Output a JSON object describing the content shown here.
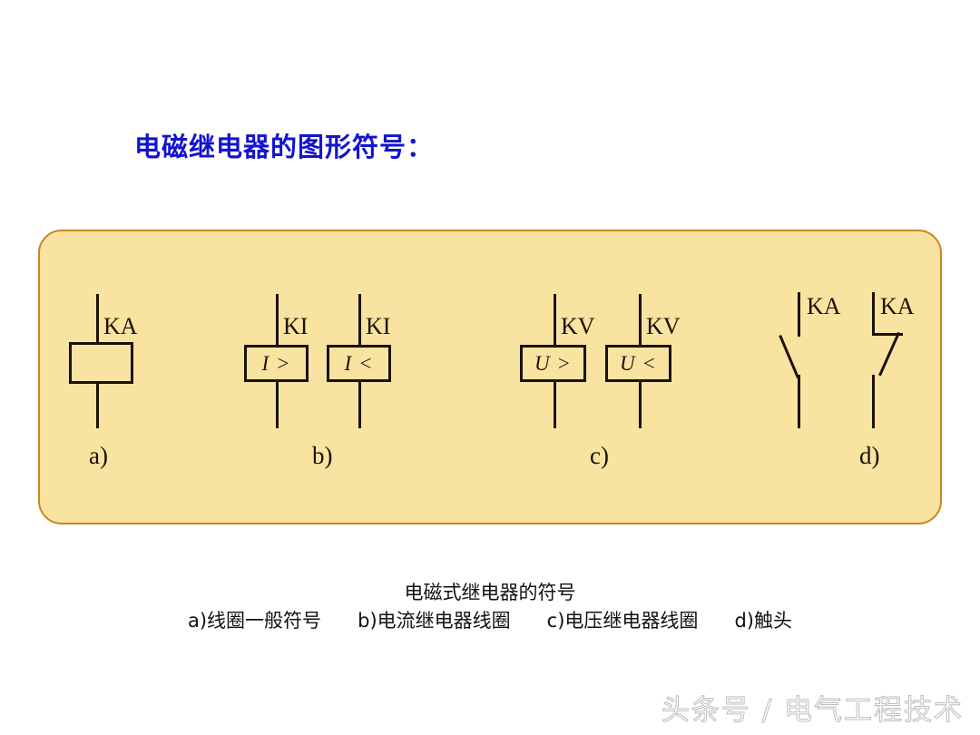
{
  "slide": {
    "title": "电磁继电器的图形符号：",
    "title_color": "#1313cf",
    "background_color": "#ffffff"
  },
  "panel": {
    "fill_color": "#f8e3a1",
    "border_color": "#c8861d",
    "line_color": "#1a1208"
  },
  "symbols": {
    "a": {
      "part_label": "a)",
      "devices": [
        {
          "designation": "KA",
          "box_text": ""
        }
      ]
    },
    "b": {
      "part_label": "b)",
      "devices": [
        {
          "designation": "KI",
          "box_text": "I >"
        },
        {
          "designation": "KI",
          "box_text": "I <"
        }
      ]
    },
    "c": {
      "part_label": "c)",
      "devices": [
        {
          "designation": "KV",
          "box_text": "U >"
        },
        {
          "designation": "KV",
          "box_text": "U <"
        }
      ]
    },
    "d": {
      "part_label": "d)",
      "devices": [
        {
          "designation": "KA",
          "contact_type": "normally-open"
        },
        {
          "designation": "KA",
          "contact_type": "normally-closed"
        }
      ]
    }
  },
  "caption": {
    "title": "电磁式继电器的符号",
    "legend": "a)线圈一般符号      b)电流继电器线圈      c)电压继电器线圈      d)触头"
  },
  "watermark": {
    "text": "头条号 / 电气工程技术"
  }
}
